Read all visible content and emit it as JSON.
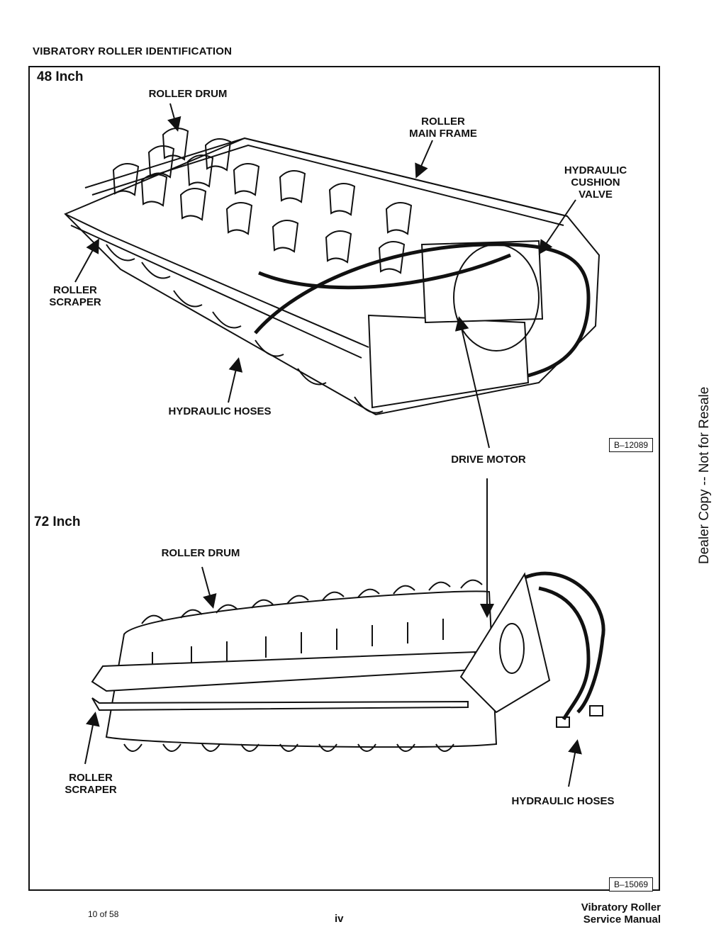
{
  "page": {
    "title": "VIBRATORY ROLLER IDENTIFICATION",
    "side_note": "Dealer Copy -- Not for Resale"
  },
  "section_48": {
    "label": "48 Inch",
    "figure_id": "B–12089",
    "callouts": {
      "roller_drum": "ROLLER DRUM",
      "main_frame_1": "ROLLER",
      "main_frame_2": "MAIN FRAME",
      "cushion_1": "HYDRAULIC",
      "cushion_2": "CUSHION",
      "cushion_3": "VALVE",
      "scraper_1": "ROLLER",
      "scraper_2": "SCRAPER",
      "hoses": "HYDRAULIC HOSES"
    }
  },
  "drive_motor": "DRIVE MOTOR",
  "section_72": {
    "label": "72 Inch",
    "figure_id": "B–15069",
    "callouts": {
      "roller_drum": "ROLLER DRUM",
      "scraper_1": "ROLLER",
      "scraper_2": "SCRAPER",
      "hoses": "HYDRAULIC HOSES"
    }
  },
  "footer": {
    "page_count": "10 of 58",
    "page_number": "iv",
    "manual_1": "Vibratory Roller",
    "manual_2": "Service Manual"
  }
}
